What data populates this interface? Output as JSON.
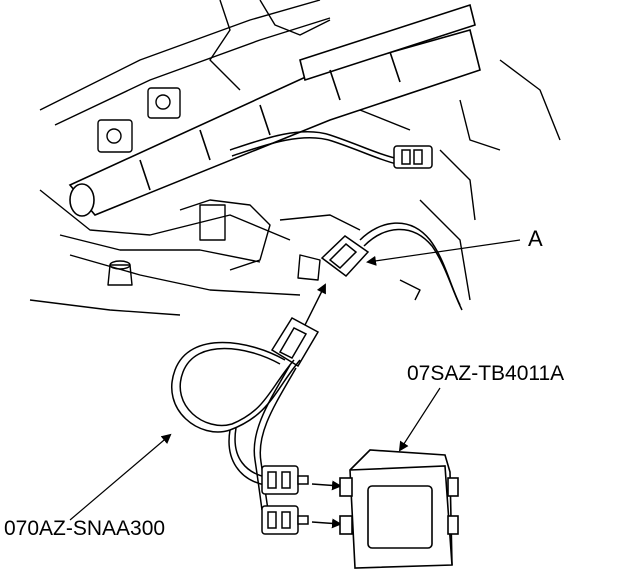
{
  "diagram": {
    "labels": {
      "connector_callout": "A",
      "tool_box_part_number": "07SAZ-TB4011A",
      "harness_part_number": "070AZ-SNAA300"
    },
    "colors": {
      "line": "#000000",
      "background": "#ffffff"
    },
    "icons": [
      "arrow-icon",
      "connector-icon",
      "harness-loop-icon",
      "test-box-icon"
    ]
  }
}
